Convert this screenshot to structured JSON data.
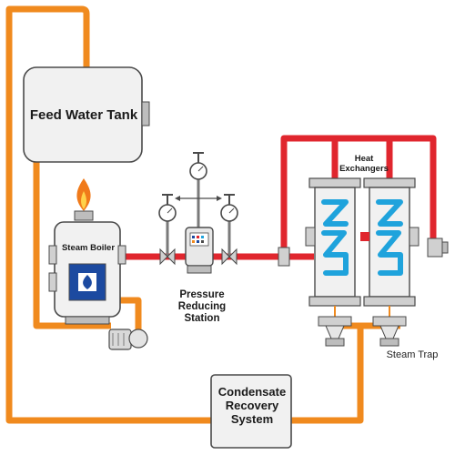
{
  "labels": {
    "feed_water_tank": "Feed Water Tank",
    "steam_boiler": "Steam Boiler",
    "pressure_reducing_station_line1": "Pressure",
    "pressure_reducing_station_line2": "Reducing",
    "pressure_reducing_station_line3": "Station",
    "heat_exchangers_line1": "Heat",
    "heat_exchangers_line2": "Exchangers",
    "steam_trap": "Steam Trap",
    "condensate_recovery_line1": "Condensate",
    "condensate_recovery_line2": "Recovery",
    "condensate_recovery_line3": "System"
  },
  "colors": {
    "steam_pipe": "#e0262e",
    "condensate_pipe": "#f08a1e",
    "equipment_body": "#f1f1f1",
    "equipment_outline": "#4a4a4a",
    "heat_exchanger_coil": "#1fa3dc",
    "boiler_panel": "#1c4aa0",
    "flame": "#f07a1a"
  },
  "icons": [
    "flame-icon",
    "boiler-burner-icon",
    "pressure-gauge-icon",
    "control-valve-icon",
    "pump-icon",
    "steam-trap-icon",
    "valve-icon"
  ]
}
